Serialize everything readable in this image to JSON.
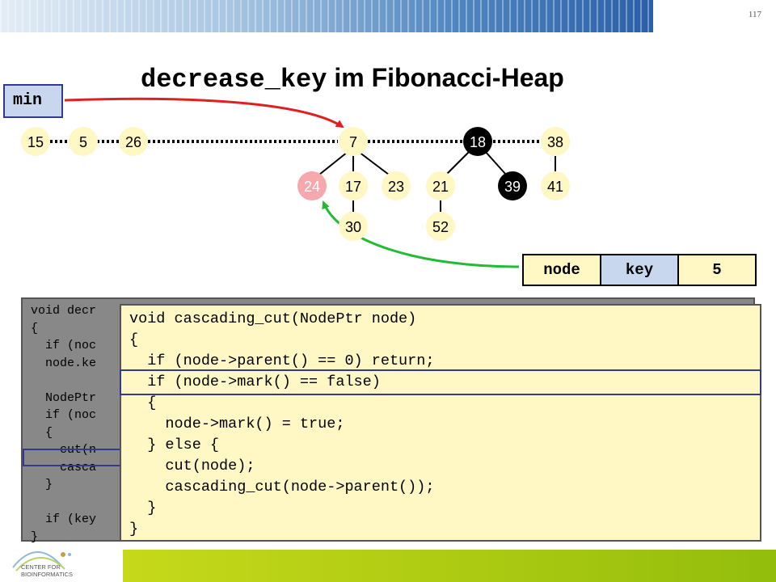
{
  "page_number": "117",
  "title": {
    "code": "decrease_key",
    "rest": " im Fibonacci-Heap"
  },
  "min_label": "min",
  "heap": {
    "roots": [
      "15",
      "5",
      "26",
      "7",
      "18",
      "38"
    ],
    "children": [
      "24",
      "17",
      "23",
      "21",
      "39",
      "41"
    ],
    "grandchildren": [
      "30",
      "52"
    ],
    "colors": {
      "node": "#fff7c4",
      "marked": "#000000",
      "highlighted": "#f7a8ac",
      "min_arrow": "#e02020",
      "node_arrow": "#22bb33"
    }
  },
  "param_table": {
    "node": "node",
    "key": "key",
    "value": "5"
  },
  "code_background": "void decr\n{\n  if (noc\n  node.ke\n\n  NodePtr\n  if (noc\n  {\n    cut(n\n    casca\n  }\n\n  if (key\n}",
  "code_foreground": "void cascading_cut(NodePtr node)\n{\n  if (node->parent() == 0) return;\n  if (node->mark() == false)\n  {\n    node->mark() = true;\n  } else {\n    cut(node);\n    cascading_cut(node->parent());\n  }\n}",
  "logo_text": "CENTER FOR\nBIOINFORMATICS"
}
